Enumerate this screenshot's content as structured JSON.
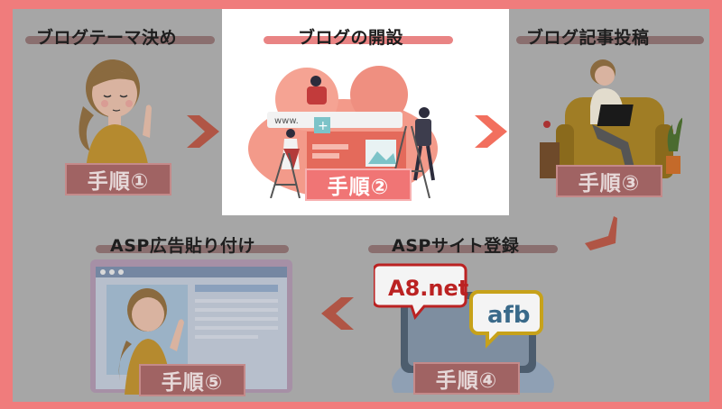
{
  "steps": [
    {
      "title": "ブログテーマ決め",
      "badge": "手順①"
    },
    {
      "title": "ブログの開設",
      "badge": "手順②"
    },
    {
      "title": "ブログ記事投稿",
      "badge": "手順③"
    },
    {
      "title": "ASPサイト登録",
      "badge": "手順④"
    },
    {
      "title": "ASP広告貼り付け",
      "badge": "手順⑤"
    }
  ],
  "illustrations": {
    "url_bar_text": "www.",
    "a8_logo": "A8.net",
    "afb_logo": "afb"
  },
  "colors": {
    "frame": "#f07c7c",
    "overlay": "#a6a6a6",
    "accent": "#f07575",
    "highlight_card": "#ffffff"
  }
}
